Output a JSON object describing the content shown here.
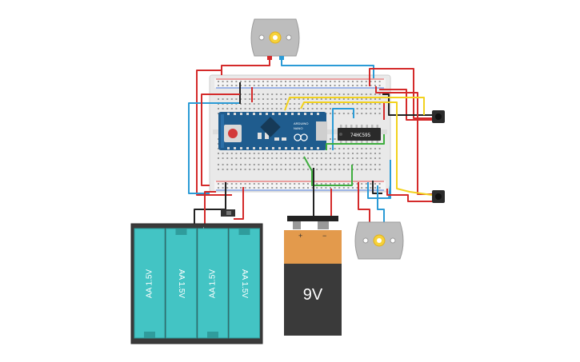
{
  "components": {
    "arduino": {
      "brand_text": "ARDUINO",
      "model_text": "NANO",
      "board_color": "#1f5c8e"
    },
    "shift_register": {
      "label": "74HC595"
    },
    "battery_pack": {
      "cells": [
        {
          "label": "AA 1.5V"
        },
        {
          "label": "AA 1.5V"
        },
        {
          "label": "AA 1.5V"
        },
        {
          "label": "AA 1.5V"
        }
      ],
      "minus_symbol": "−",
      "plus_symbol": "+"
    },
    "battery_9v": {
      "label": "9V",
      "plus_symbol": "+",
      "minus_symbol": "−"
    }
  },
  "colors": {
    "wire_red": "#d42a2a",
    "wire_black": "#222222",
    "wire_blue": "#2b9bd6",
    "wire_yellow": "#f2d21e",
    "wire_green": "#3fae3f",
    "aa_cell": "#43c4c4",
    "battery_9v_top": "#e39a4c",
    "battery_9v_body": "#3a3a3a",
    "breadboard": "#eeeeee"
  }
}
